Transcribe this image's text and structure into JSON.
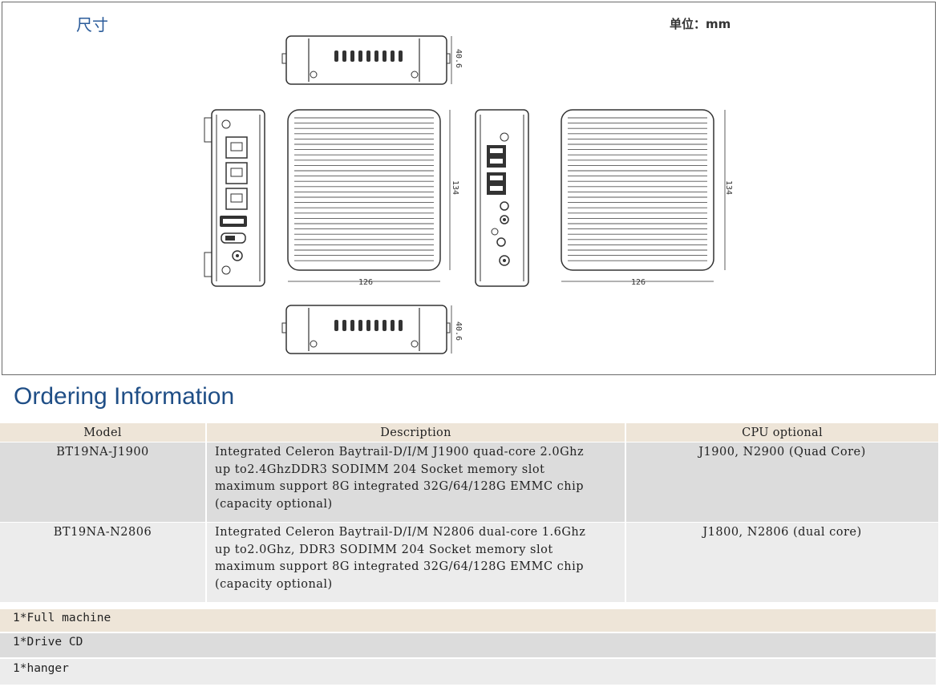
{
  "drawing": {
    "title": "尺寸",
    "unit": "单位：mm",
    "dims": {
      "top_height": "40.6",
      "bottom_height": "40.6",
      "front_height": "134",
      "top_view_height": "134",
      "front_width": "126",
      "top_view_width": "126"
    }
  },
  "ordering": {
    "heading": "Ordering Information",
    "columns": [
      "Model",
      "Description",
      "CPU optional"
    ],
    "rows": [
      {
        "model": "BT19NA-J1900",
        "description": "Integrated Celeron Baytrail-D/I/M J1900 quad-core 2.0Ghz up to2.4GhzDDR3 SODIMM 204 Socket memory slot maximum support 8G integrated 32G/64/128G EMMC chip (capacity optional)",
        "cpu": "J1900, N2900 (Quad Core)"
      },
      {
        "model": "BT19NA-N2806",
        "description": "Integrated Celeron Baytrail-D/I/M N2806 dual-core 1.6Ghz up to2.0Ghz, DDR3 SODIMM 204 Socket memory slot maximum support 8G integrated 32G/64/128G EMMC chip (capacity optional)",
        "cpu": "J1800, N2806 (dual core)"
      }
    ]
  },
  "package": [
    "1*Full machine",
    "1*Drive CD",
    "1*hanger"
  ],
  "colors": {
    "heading": "#1f4e86",
    "title": "#2a5b9a",
    "header_bg": "#eee5d8",
    "row1_bg": "#dcdcdc",
    "row2_bg": "#ececec"
  }
}
